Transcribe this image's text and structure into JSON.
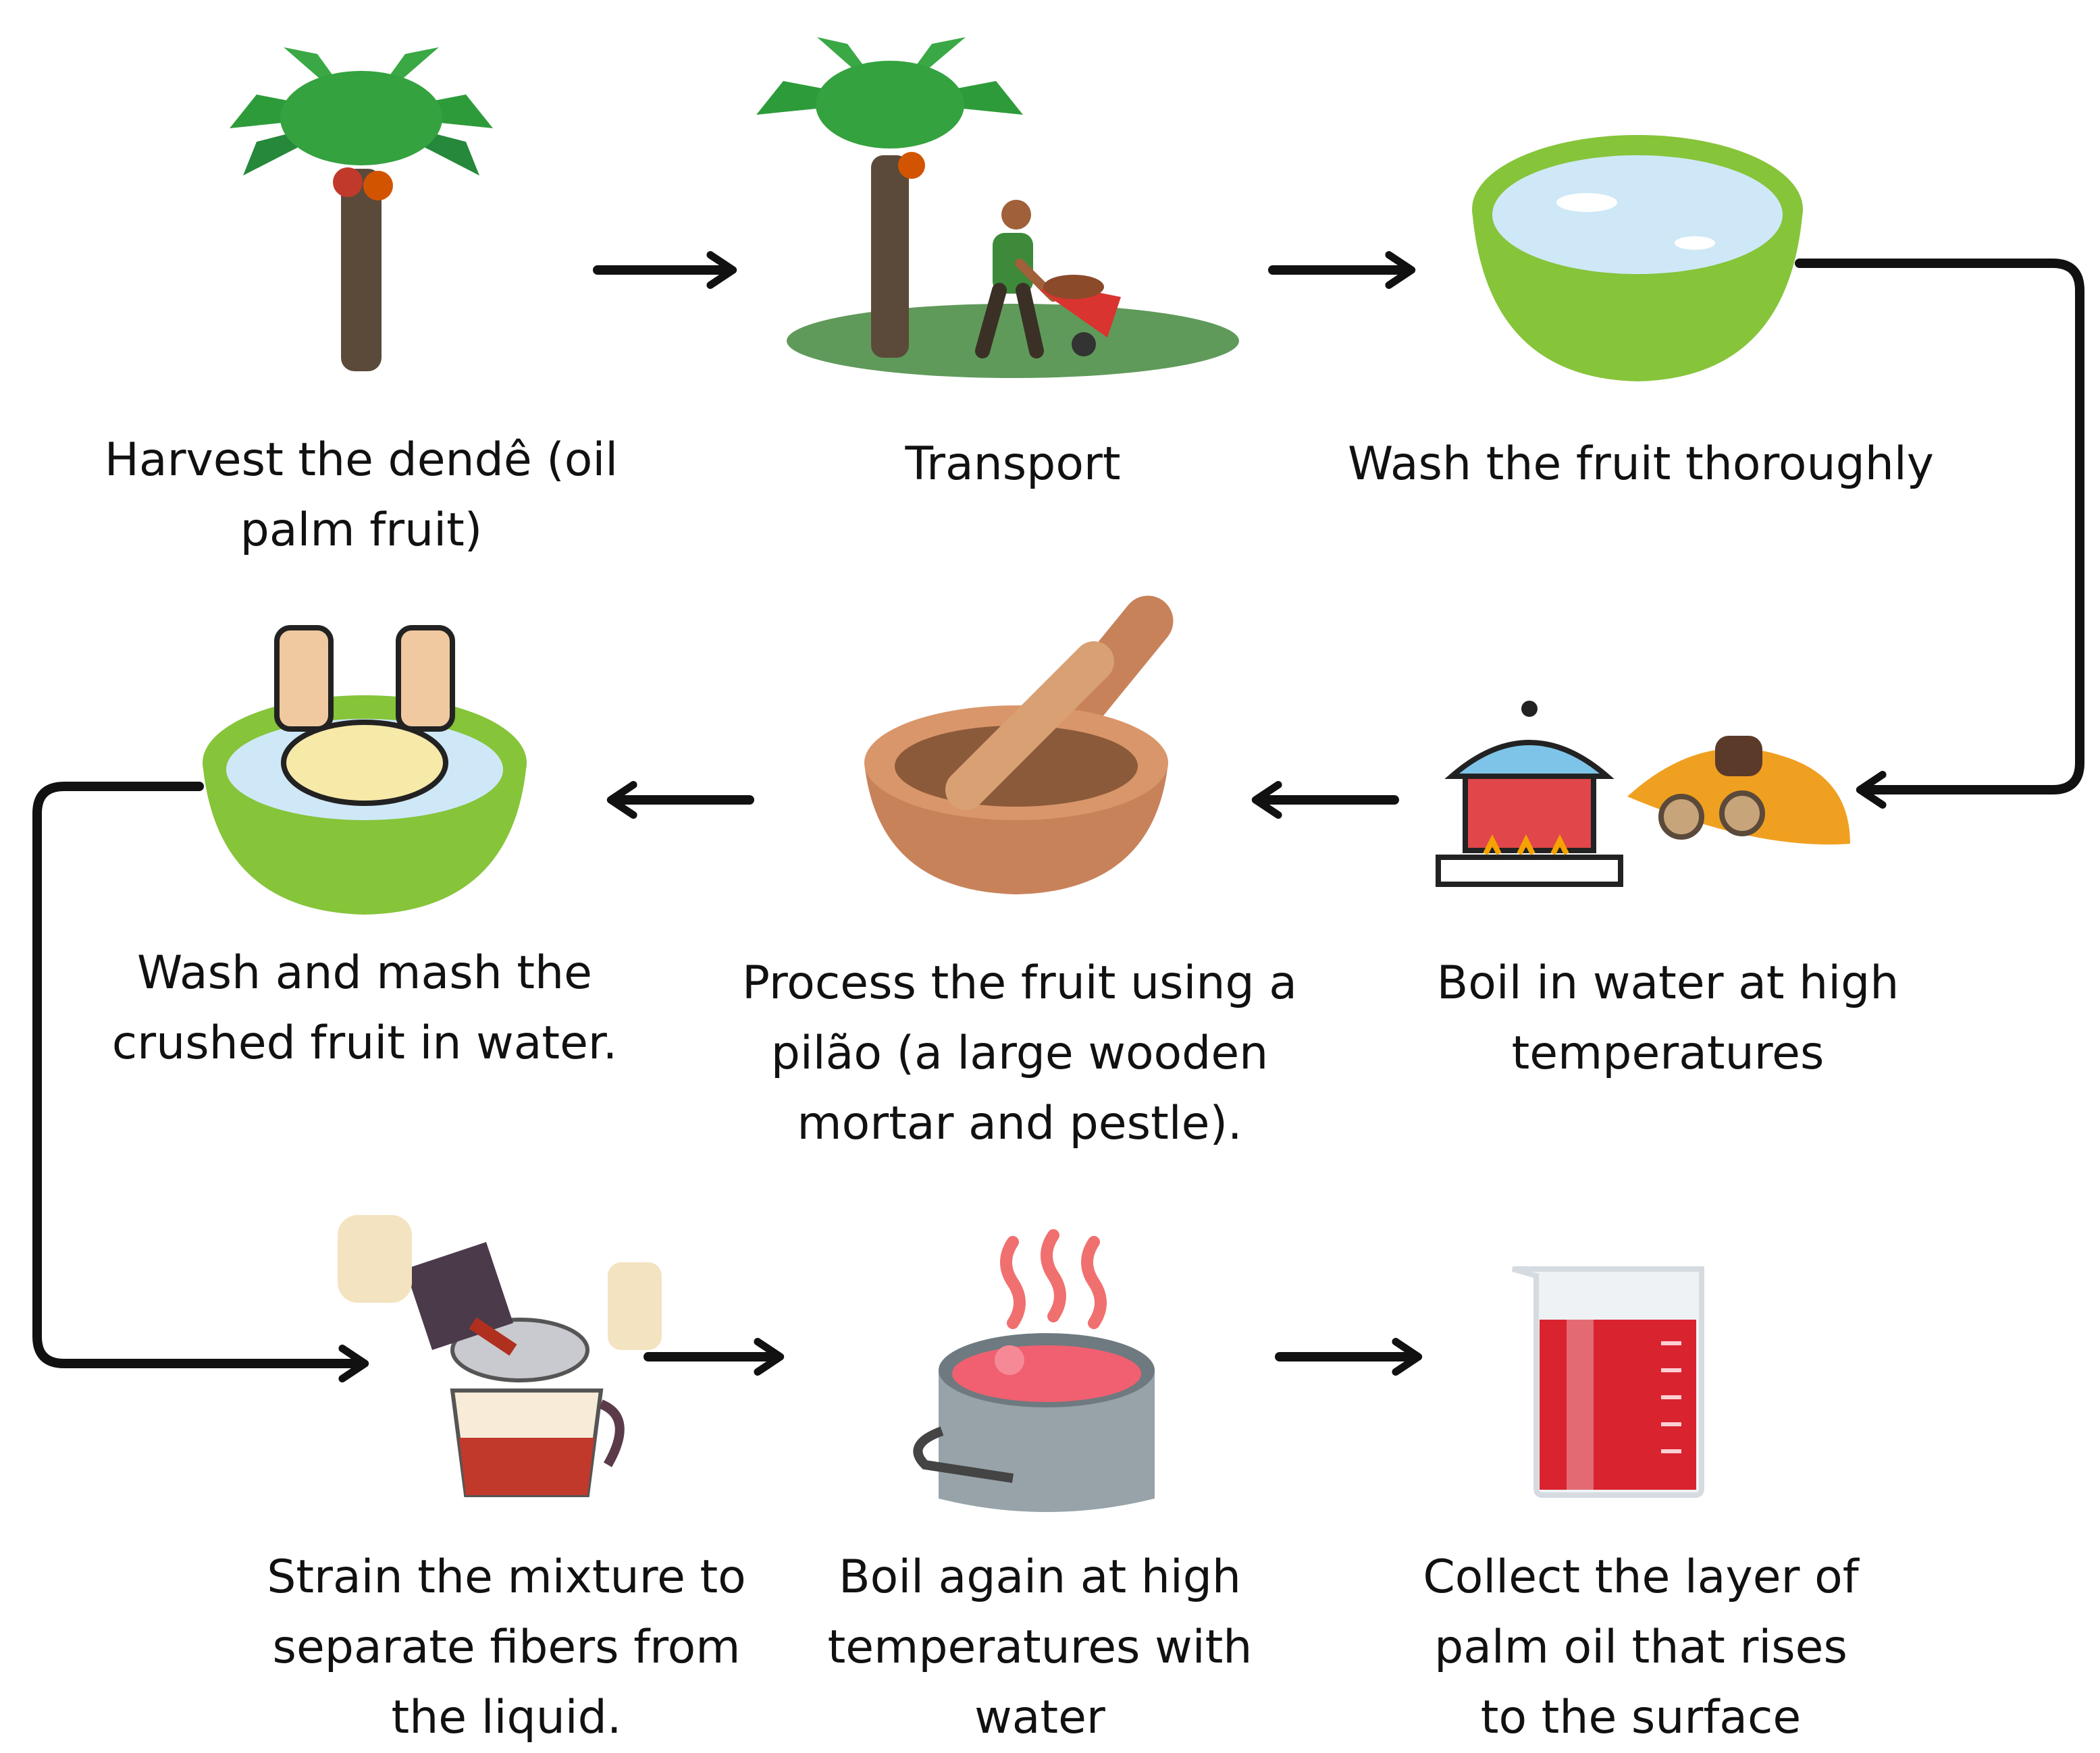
{
  "diagram": {
    "type": "process-flow",
    "steps": [
      {
        "id": 1,
        "label": "Harvest the dendê (oil\npalm fruit)",
        "icon": "palm-tree-icon"
      },
      {
        "id": 2,
        "label": "Transport",
        "icon": "wheelbarrow-transport-icon"
      },
      {
        "id": 3,
        "label": "Wash the fruit thoroughly",
        "icon": "water-basin-icon"
      },
      {
        "id": 4,
        "label": "Boil in water at high\ntemperatures",
        "icon": "cooking-pot-with-fruit-icon"
      },
      {
        "id": 5,
        "label": "Process the fruit using a\npilão (a large wooden\nmortar and pestle).",
        "icon": "mortar-and-pestle-icon"
      },
      {
        "id": 6,
        "label": "Wash and mash the\ncrushed fruit in water.",
        "icon": "hands-mashing-in-basin-icon"
      },
      {
        "id": 7,
        "label": "Strain the mixture to\nseparate fibers from\nthe liquid.",
        "icon": "straining-liquid-icon"
      },
      {
        "id": 8,
        "label": "Boil again at high\ntemperatures with\nwater",
        "icon": "boiling-pot-icon"
      },
      {
        "id": 9,
        "label": "Collect the layer of\npalm oil that rises\nto the surface",
        "icon": "measuring-beaker-icon"
      }
    ],
    "colors": {
      "palm_leaf": "#2e9b3a",
      "trunk": "#5b4a3a",
      "basin_green": "#86c43a",
      "water": "#cfe8f7",
      "pot_red": "#e0464a",
      "wood": "#c8825a",
      "oil_red": "#d9232f",
      "arrow": "#111111"
    }
  }
}
